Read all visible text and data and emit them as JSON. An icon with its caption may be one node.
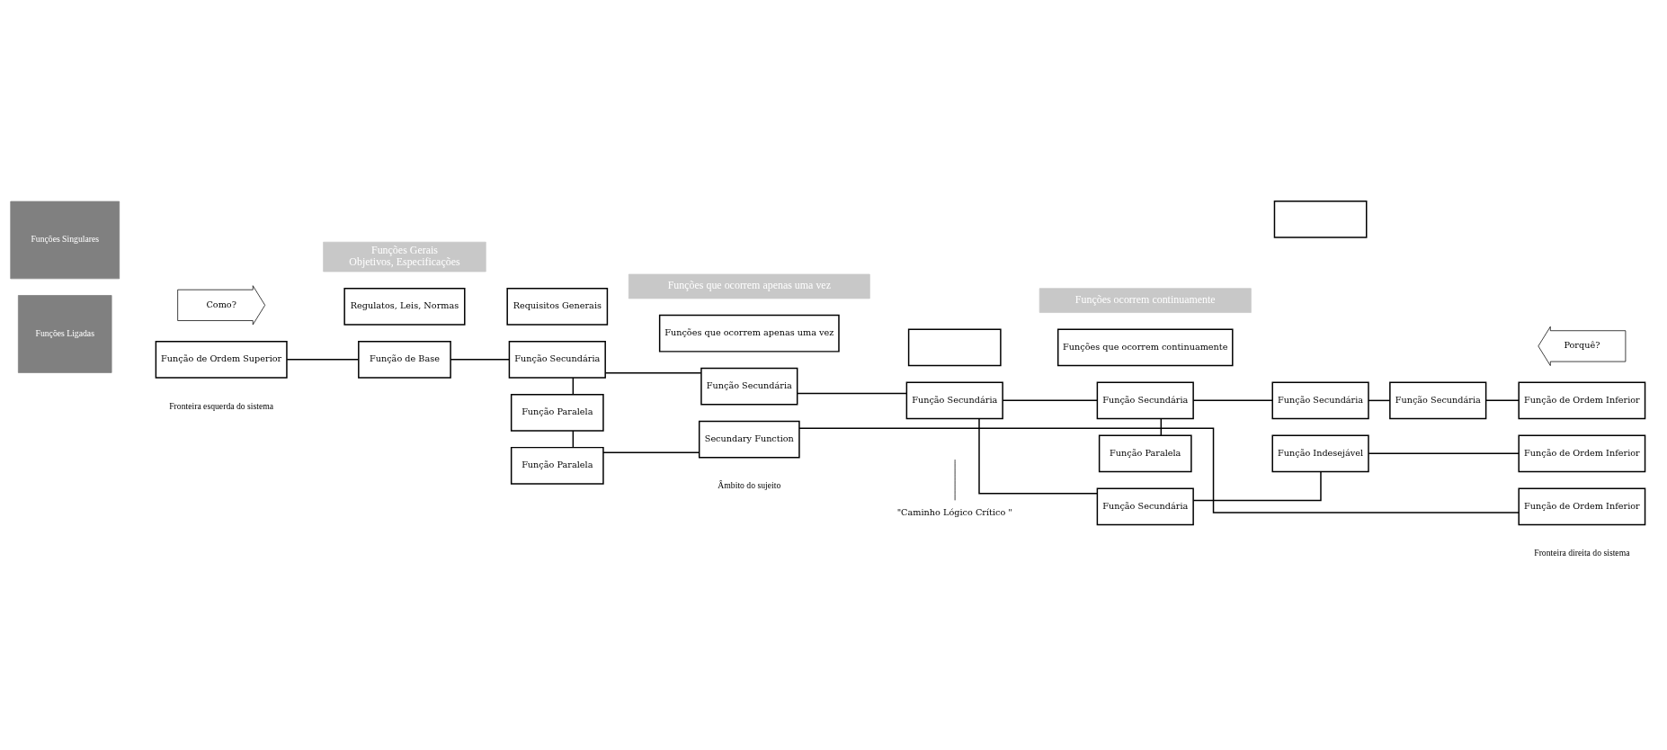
{
  "diagram": {
    "nodes": [
      {
        "text": [
          "Funções Singulares"
        ]
      },
      {
        "text": [
          "Funções Ligadas"
        ]
      },
      {
        "text": [
          "Funções Gerais",
          "Objetivos, Especificações"
        ]
      },
      {
        "text": [
          "Funções que ocorrem apenas uma vez"
        ]
      },
      {
        "text": [
          "Funções ocorrem continuamente"
        ]
      },
      {
        "text": [
          "Regulatos, Leis, Normas"
        ]
      },
      {
        "text": [
          "Requisitos Generais"
        ]
      },
      {
        "text": [
          "Funções que ocorrem apenas uma vez"
        ]
      },
      {
        "text": [],
        "shape": "box"
      },
      {
        "text": [
          "Funções que ocorrem continuamente"
        ]
      },
      {
        "text": [],
        "shape": "box"
      },
      {
        "text": [
          "Como?"
        ]
      },
      {
        "text": [
          "Porquê?"
        ]
      },
      {
        "text": [
          "Função de Ordem Superior"
        ]
      },
      {
        "text": [
          "Função de Base"
        ]
      },
      {
        "text": [
          "Função Secundária"
        ]
      },
      {
        "text": [
          "Função Secundária"
        ]
      },
      {
        "text": [
          "Função Secundária"
        ]
      },
      {
        "text": [
          "Função Secundária"
        ]
      },
      {
        "text": [
          "Função Secundária"
        ]
      },
      {
        "text": [
          "Função Secundária"
        ]
      },
      {
        "text": [
          "Função de Ordem Inferior"
        ]
      },
      {
        "text": [
          "Função Paralela"
        ]
      },
      {
        "text": [
          "Função Paralela"
        ]
      },
      {
        "text": [
          "Função Paralela"
        ]
      },
      {
        "text": [
          "Secundary Function"
        ]
      },
      {
        "text": [
          "Função Secundária"
        ]
      },
      {
        "text": [
          "Função Indesejável"
        ]
      },
      {
        "text": [
          "Função de Ordem Inferior"
        ]
      },
      {
        "text": [
          "Função de Ordem Inferior"
        ]
      },
      {
        "text": [
          "\"Caminho Lógico Crítico \""
        ]
      }
    ],
    "edges": [
      {
        "from": 13,
        "to": 14,
        "arrow": "none"
      },
      {
        "from": 14,
        "to": 15,
        "arrow": "none"
      },
      {
        "from": 15,
        "to": 16,
        "arrow": "none"
      },
      {
        "from": 16,
        "to": 17,
        "arrow": "none"
      },
      {
        "from": 17,
        "to": 18,
        "arrow": "none"
      },
      {
        "from": 18,
        "to": 19,
        "arrow": "none"
      },
      {
        "from": 19,
        "to": 20,
        "arrow": "none"
      },
      {
        "from": 20,
        "to": 21,
        "arrow": "none"
      },
      {
        "from": 15,
        "to": 22,
        "arrow": "none"
      },
      {
        "from": 22,
        "to": 24,
        "arrow": "none"
      },
      {
        "from": 18,
        "to": 23,
        "arrow": "none"
      },
      {
        "from": 17,
        "to": 26,
        "arrow": "none"
      },
      {
        "from": 26,
        "to": 27,
        "arrow": "none"
      },
      {
        "from": 27,
        "to": 28,
        "arrow": "none"
      },
      {
        "from": 24,
        "to": 25,
        "arrow": "none"
      },
      {
        "from": 25,
        "to": 29,
        "arrow": "none"
      },
      {
        "from": 30,
        "to": null,
        "arrow": "none"
      }
    ],
    "labels": [
      "Âmbito do sujeito",
      "Fronteira esquerda do sistema",
      "Fronteira direita do sistema"
    ]
  }
}
